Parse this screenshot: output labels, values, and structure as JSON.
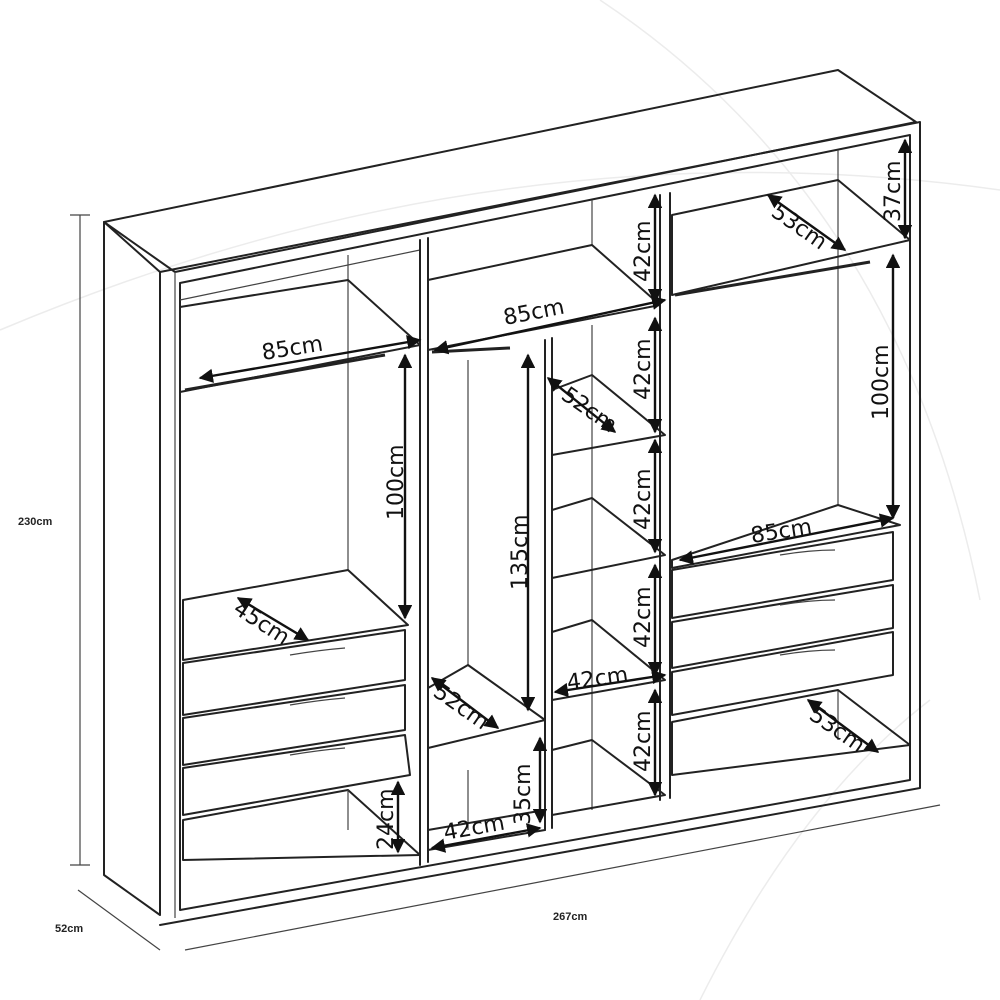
{
  "overall": {
    "height_label": "230cm",
    "depth_label": "52cm",
    "width_label": "267cm"
  },
  "labels": {
    "left_rail_width": "85cm",
    "left_hanging_height": "100cm",
    "left_shelf_depth": "45cm",
    "left_bottom_gap": "24cm",
    "middle_top_width": "85cm",
    "middle_top_height": "42cm",
    "middle_hanging_height": "135cm",
    "middle_shelf_depth": "52cm",
    "middle_lower_height": "35cm",
    "middle_lower_width": "42cm",
    "shelf_col_depth": "52cm",
    "shelf_col_h1": "42cm",
    "shelf_col_h2": "42cm",
    "shelf_col_h3": "42cm",
    "shelf_col_h4": "42cm",
    "shelf_col_width": "42cm",
    "right_top_height": "37cm",
    "right_top_depth": "53cm",
    "right_hanging_height": "100cm",
    "right_drawer_width": "85cm",
    "right_bottom_depth": "53cm"
  }
}
